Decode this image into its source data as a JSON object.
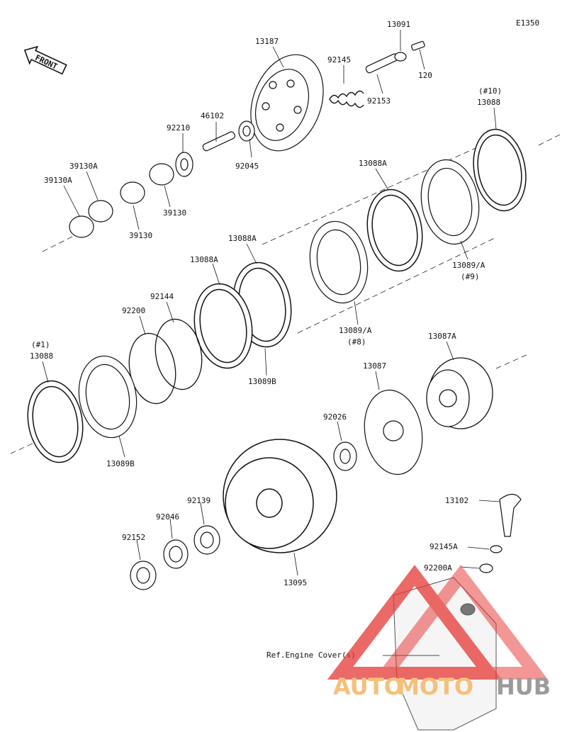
{
  "diagram": {
    "code": "E1350",
    "front_label": "FRONT",
    "ref_label": "Ref.Engine Cover(s)",
    "watermark": {
      "brand_part1": "AUTO",
      "brand_part2": "MOTO",
      "brand_part3": "HUB",
      "brand_color": "#f5c07a",
      "brand_color_dark": "#9b9b9b",
      "logo_color": "#e53935"
    },
    "parts": [
      {
        "id": "p13091",
        "label": "13091"
      },
      {
        "id": "p120",
        "label": "120"
      },
      {
        "id": "p13187",
        "label": "13187"
      },
      {
        "id": "p92145",
        "label": "92145"
      },
      {
        "id": "p92153",
        "label": "92153"
      },
      {
        "id": "p46102",
        "label": "46102"
      },
      {
        "id": "p92210",
        "label": "92210"
      },
      {
        "id": "p92045",
        "label": "92045"
      },
      {
        "id": "p39130A_a",
        "label": "39130A"
      },
      {
        "id": "p39130A_b",
        "label": "39130A"
      },
      {
        "id": "p39130_a",
        "label": "39130"
      },
      {
        "id": "p39130_b",
        "label": "39130"
      },
      {
        "id": "p13088_10_tag",
        "label": "(#10)"
      },
      {
        "id": "p13088_10",
        "label": "13088"
      },
      {
        "id": "p13088A_r",
        "label": "13088A"
      },
      {
        "id": "p13089A_9",
        "label": "13089/A"
      },
      {
        "id": "p13089A_9_tag",
        "label": "(#9)"
      },
      {
        "id": "p13088A_m",
        "label": "13088A"
      },
      {
        "id": "p13088A_l",
        "label": "13088A"
      },
      {
        "id": "p92144",
        "label": "92144"
      },
      {
        "id": "p92200",
        "label": "92200"
      },
      {
        "id": "p13089A_8",
        "label": "13089/A"
      },
      {
        "id": "p13089A_8_tag",
        "label": "(#8)"
      },
      {
        "id": "p13089B_m",
        "label": "13089B"
      },
      {
        "id": "p13087A",
        "label": "13087A"
      },
      {
        "id": "p13088_1_tag",
        "label": "(#1)"
      },
      {
        "id": "p13088_1",
        "label": "13088"
      },
      {
        "id": "p13087",
        "label": "13087"
      },
      {
        "id": "p92026",
        "label": "92026"
      },
      {
        "id": "p13089B_l",
        "label": "13089B"
      },
      {
        "id": "p92139",
        "label": "92139"
      },
      {
        "id": "p92046",
        "label": "92046"
      },
      {
        "id": "p92152",
        "label": "92152"
      },
      {
        "id": "p13095",
        "label": "13095"
      },
      {
        "id": "p13102",
        "label": "13102"
      },
      {
        "id": "p92145A",
        "label": "92145A"
      },
      {
        "id": "p92200A",
        "label": "92200A"
      }
    ]
  }
}
